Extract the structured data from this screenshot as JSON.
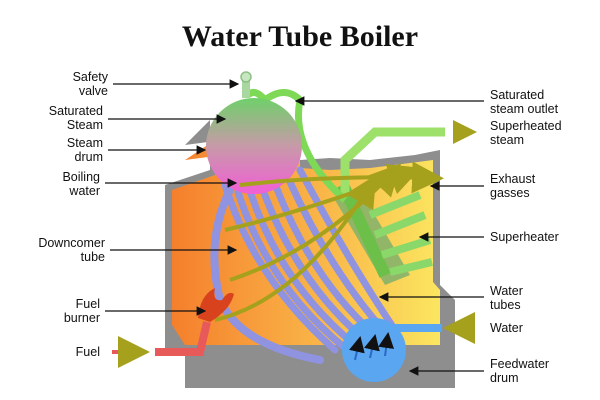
{
  "title": "Water Tube Boiler",
  "labels_left": {
    "safety_valve": "Safety\nvalve",
    "saturated_steam": "Saturated\nSteam",
    "steam_drum": "Steam\ndrum",
    "boiling_water": "Boiling\nwater",
    "downcomer_tube": "Downcomer\ntube",
    "fuel_burner": "Fuel\nburner",
    "fuel": "Fuel"
  },
  "labels_right": {
    "saturated_steam_outlet": "Saturated\nsteam outlet",
    "superheated_steam": "Superheated\nsteam",
    "exhaust_gasses": "Exhaust\ngasses",
    "superheater": "Superheater",
    "water_tubes": "Water\ntubes",
    "water": "Water",
    "feedwater_drum": "Feedwater\ndrum"
  },
  "colors": {
    "furnace_hot": "#f57f2c",
    "furnace_warm": "#fbe04e",
    "casing": "#8e8e8e",
    "tube": "#8f93e0",
    "steam_green": "#7ed957",
    "boiling_pink": "#f15bd4",
    "feedwater_blue": "#5aa6f0",
    "fuel_red": "#e85a5a",
    "gas_arrow": "#a5a11c"
  }
}
